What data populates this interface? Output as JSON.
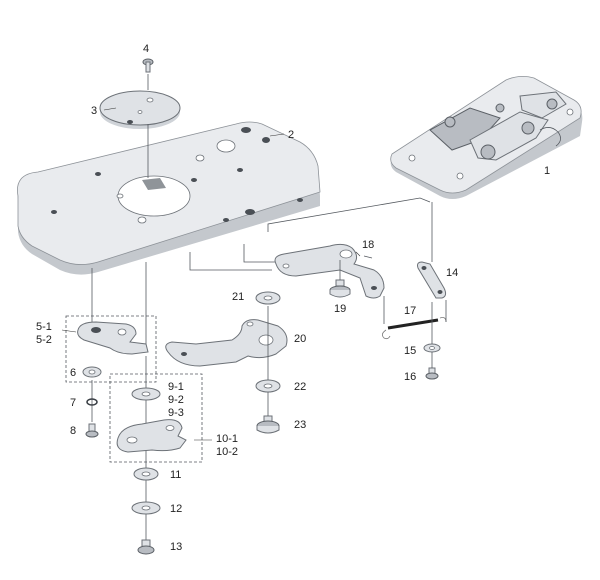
{
  "labels": {
    "p1": "1",
    "p2": "2",
    "p3": "3",
    "p4": "4",
    "p5_1": "5-1",
    "p5_2": "5-2",
    "p6": "6",
    "p7": "7",
    "p8": "8",
    "p9_1": "9-1",
    "p9_2": "9-2",
    "p9_3": "9-3",
    "p10_1": "10-1",
    "p10_2": "10-2",
    "p11": "11",
    "p12": "12",
    "p13": "13",
    "p14": "14",
    "p15": "15",
    "p16": "16",
    "p17": "17",
    "p18": "18",
    "p19": "19",
    "p20": "20",
    "p21": "21",
    "p22": "22",
    "p23": "23"
  },
  "colors": {
    "plate": "#e9ebee",
    "plate_edge": "#c4c8cd",
    "outline": "#6d7278",
    "text": "#222222"
  }
}
